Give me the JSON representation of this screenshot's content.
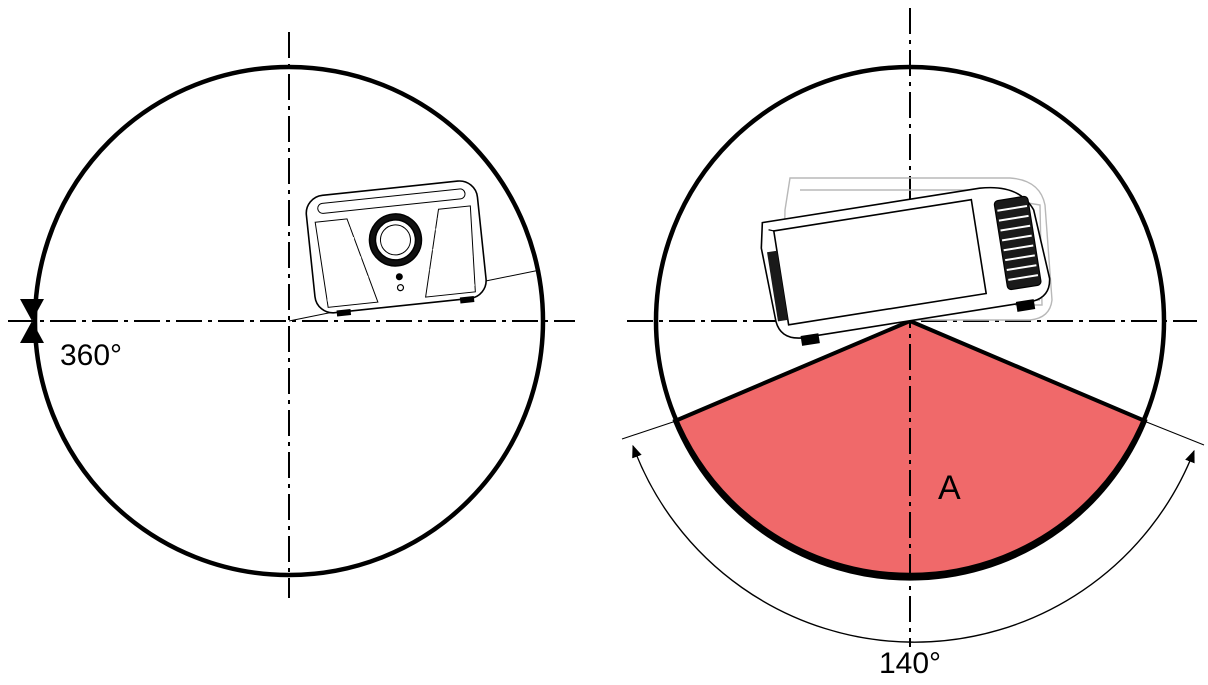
{
  "left_diagram": {
    "rotation_label": "360°"
  },
  "right_diagram": {
    "zone_label": "A",
    "angle_label": "140°",
    "zone_color": "#f0696a"
  }
}
